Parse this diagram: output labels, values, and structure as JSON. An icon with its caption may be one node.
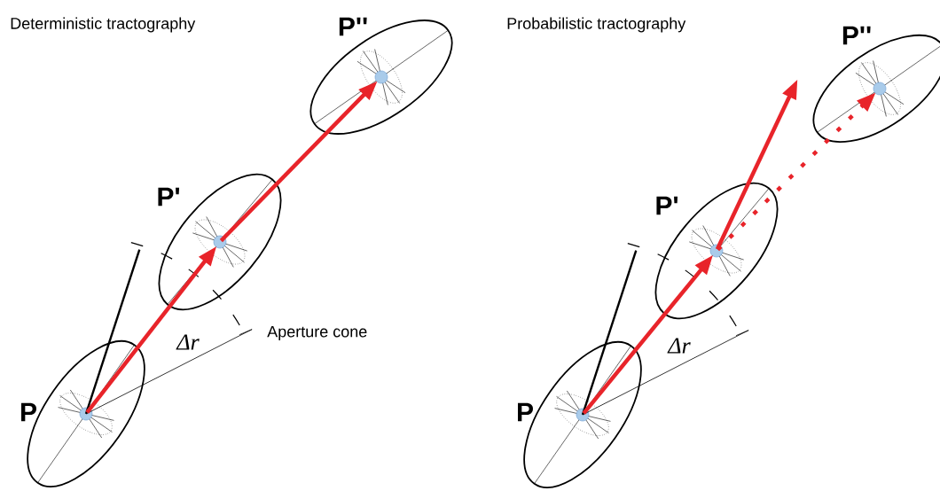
{
  "diagram": {
    "nodes": [
      {
        "text": [
          "P"
        ]
      },
      {
        "text": [
          "P'"
        ]
      },
      {
        "text": [
          "P''"
        ]
      },
      {
        "text": [
          "P"
        ]
      },
      {
        "text": [
          "P'"
        ]
      },
      {
        "text": [
          "P''"
        ]
      }
    ],
    "edges": [
      {
        "from": 0,
        "to": 1,
        "arrow": "to"
      },
      {
        "from": 1,
        "to": 2,
        "arrow": "to"
      },
      {
        "from": 3,
        "to": 4,
        "arrow": "to"
      },
      {
        "from": 4,
        "to": null,
        "arrow": "to"
      },
      {
        "from": 4,
        "to": 5,
        "arrow": "to",
        "style": "dashed"
      }
    ],
    "labels": [
      "Deterministic tractography",
      "Aperture cone",
      "Δr",
      "Probabilistic tractography",
      "Δr"
    ]
  }
}
